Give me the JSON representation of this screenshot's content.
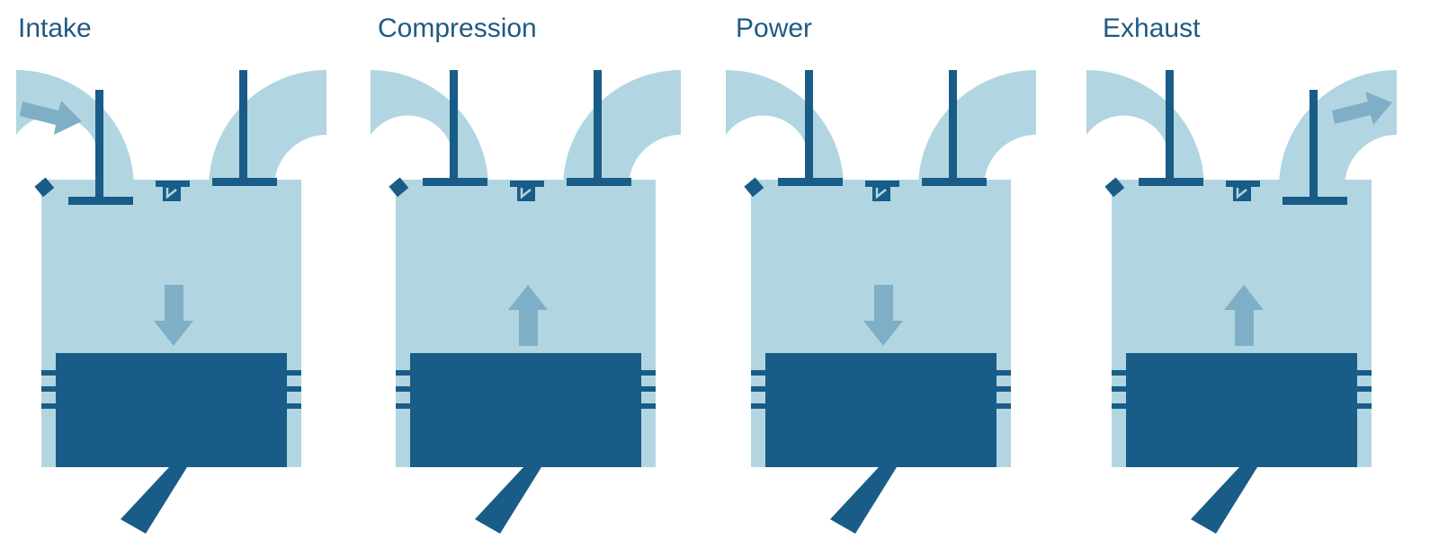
{
  "colors": {
    "chamber": "#b1d6e1",
    "metal": "#195c87",
    "arrow": "#7eafc6",
    "title": "#1f5a82",
    "background": "#ffffff"
  },
  "strokes": [
    {
      "title": "Intake",
      "piston_direction": "down",
      "intake_valve": "open",
      "exhaust_valve": "closed",
      "flow": "in"
    },
    {
      "title": "Compression",
      "piston_direction": "up",
      "intake_valve": "closed",
      "exhaust_valve": "closed",
      "flow": "none"
    },
    {
      "title": "Power",
      "piston_direction": "down",
      "intake_valve": "closed",
      "exhaust_valve": "closed",
      "flow": "none"
    },
    {
      "title": "Exhaust",
      "piston_direction": "up",
      "intake_valve": "closed",
      "exhaust_valve": "open",
      "flow": "out"
    }
  ]
}
